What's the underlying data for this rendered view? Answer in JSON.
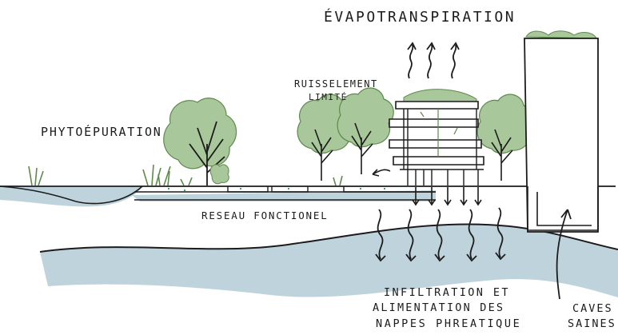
{
  "labels": {
    "evapotranspiration": "ÉVAPOTRANSPIRATION",
    "phytoepuration": "PHYTOÉPURATION",
    "ruissellement_line1": "RUISSELEMENT",
    "ruissellement_line2": "LIMITÉ",
    "reseau": "RESEAU FONCTIONEL",
    "infiltration_line1": "INFILTRATION ET",
    "infiltration_line2": "ALIMENTATION DES",
    "infiltration_line3": "NAPPES PHREATIQUE",
    "caves_line1": "CAVES",
    "caves_line2": "SAINES"
  },
  "colors": {
    "water": "#bfd3dd",
    "water_light": "#dce8ee",
    "foliage": "#a8c79a",
    "foliage_dark": "#5e8a4c",
    "ink": "#1c1c1c"
  }
}
